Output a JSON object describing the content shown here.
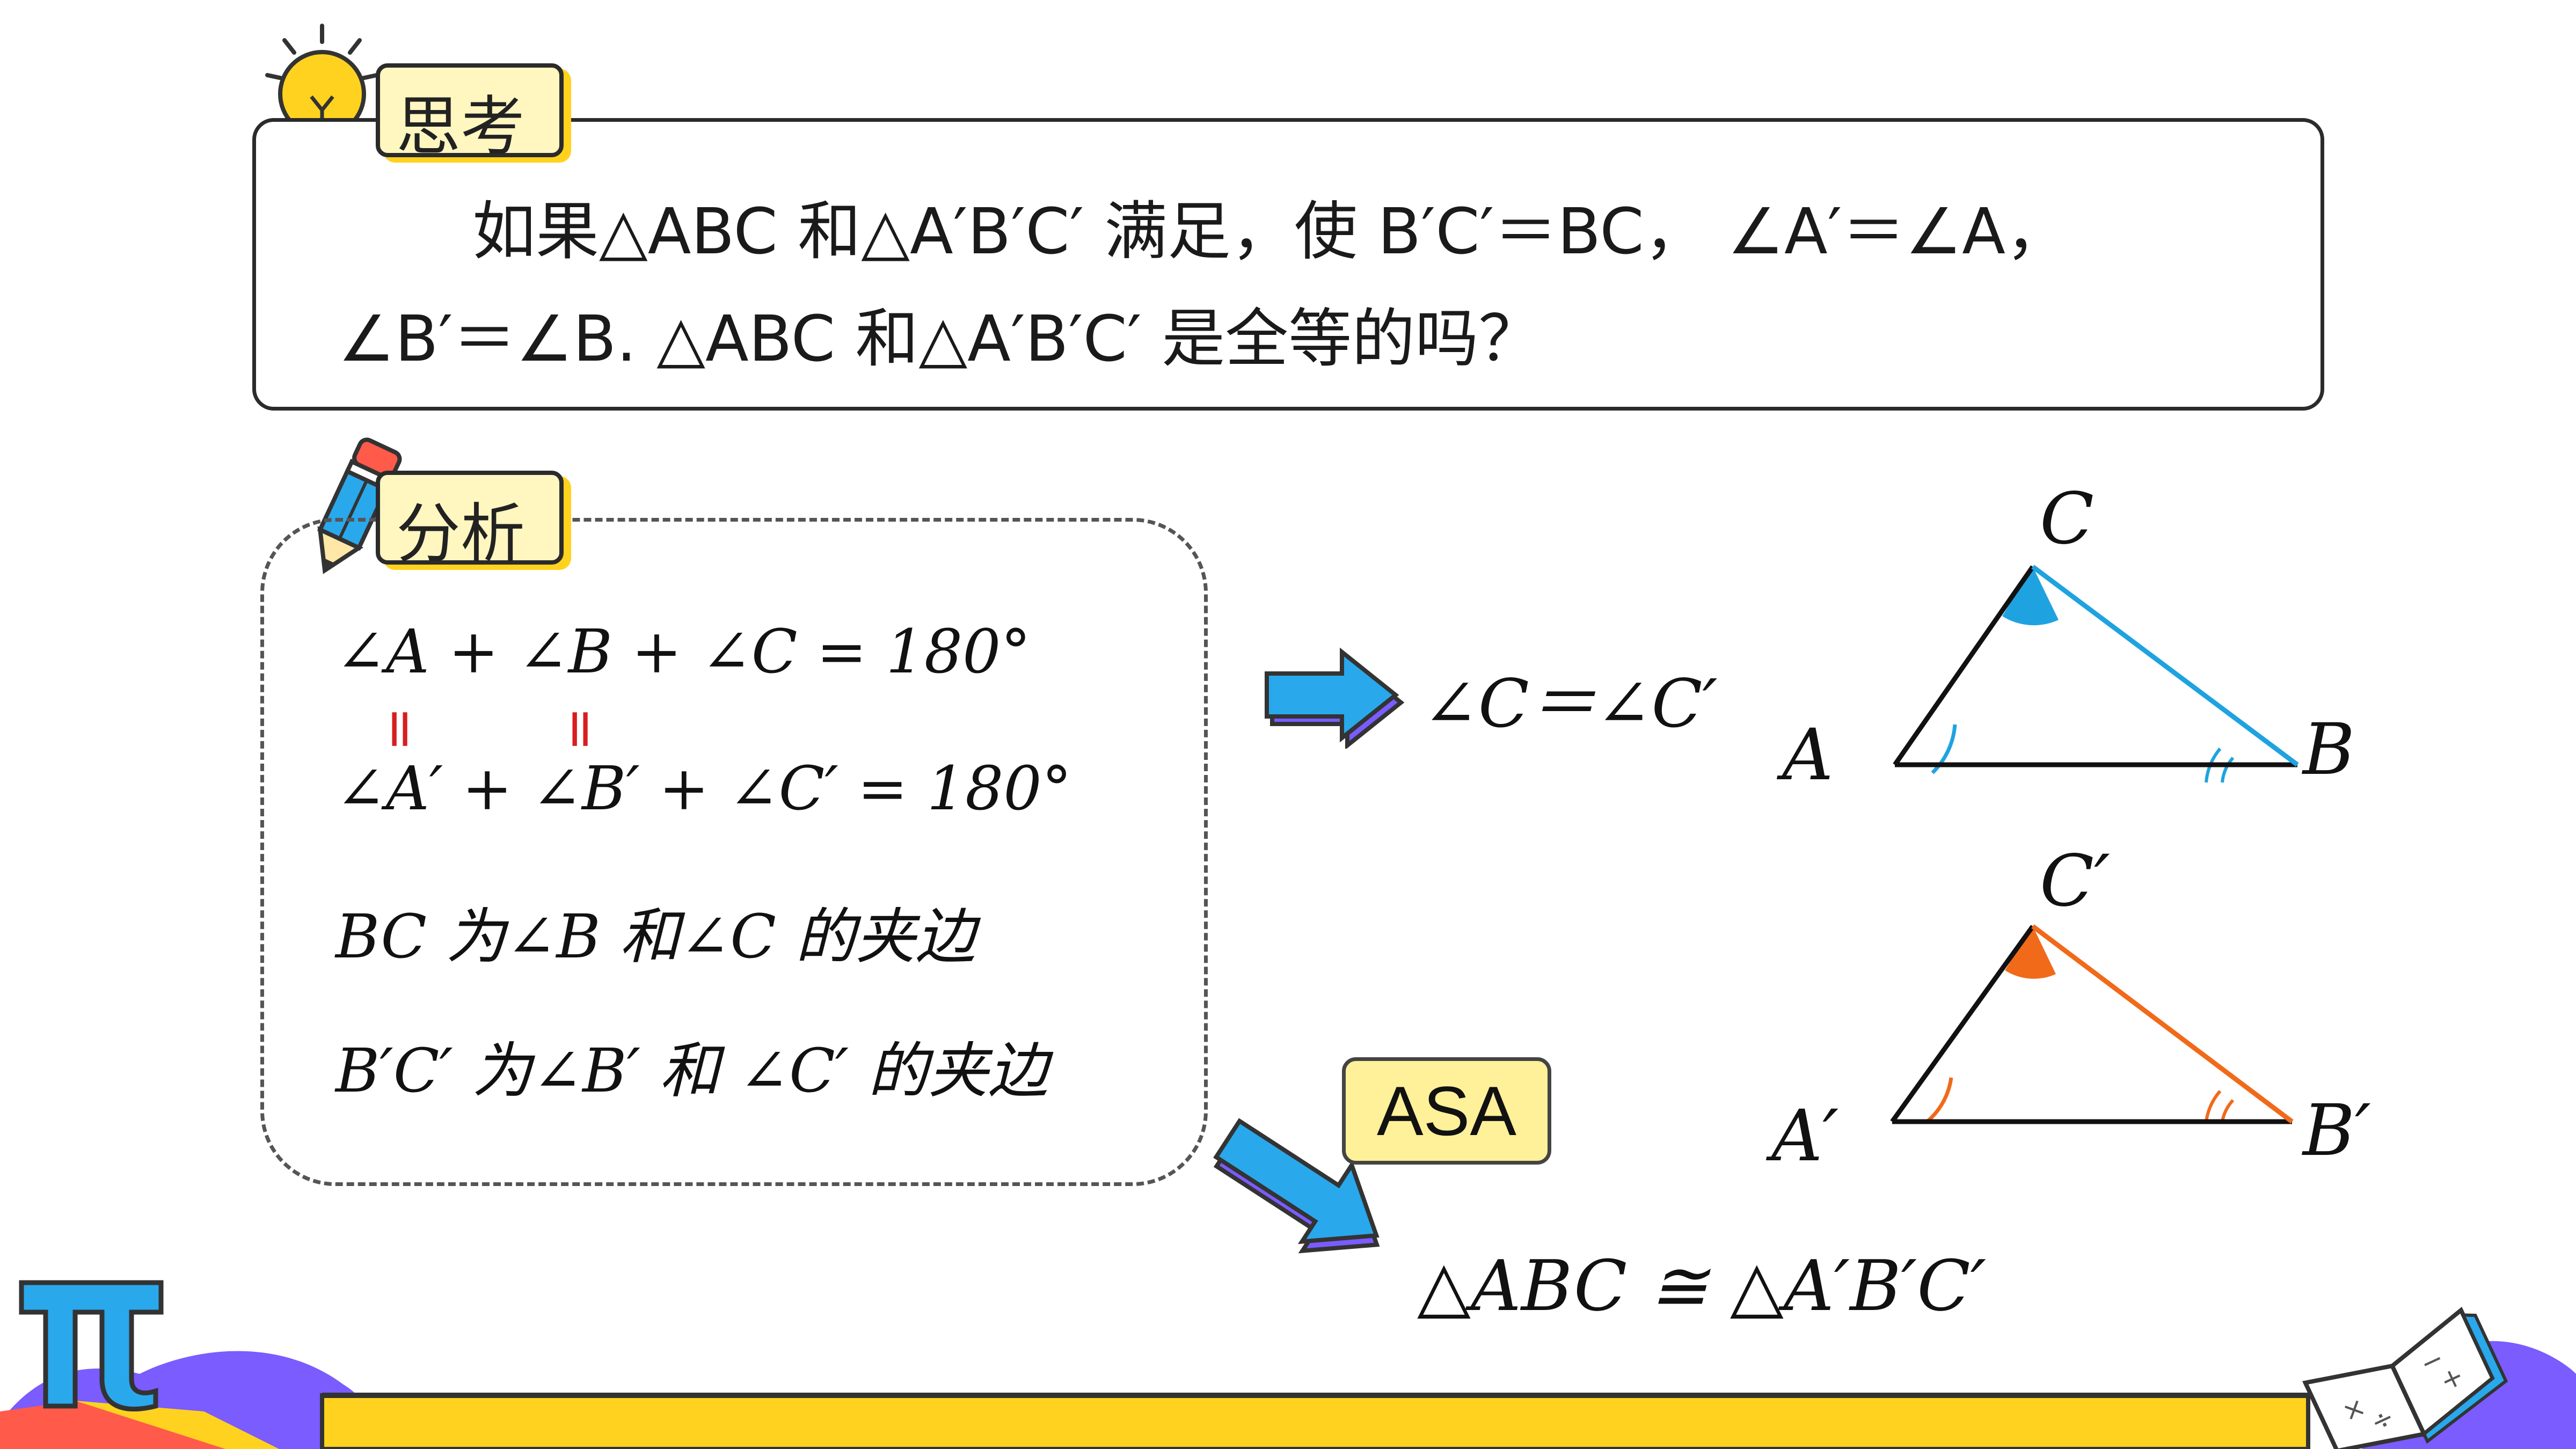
{
  "think": {
    "tag": "思考",
    "line1": "如果△ABC 和△A′B′C′ 满足，使 B′C′＝BC， ∠A′＝∠A，",
    "line2": "∠B′＝∠B. △ABC 和△A′B′C′ 是全等的吗？"
  },
  "analysis": {
    "tag": "分析",
    "line1": "∠A + ∠B + ∠C = 180°",
    "eq_mark_1": "=",
    "eq_mark_2": "=",
    "line2": "∠A′ + ∠B′ + ∠C′ = 180°",
    "line3": "BC 为∠B 和∠C 的夹边",
    "line4": "B′C′ 为∠B′ 和 ∠C′ 的夹边"
  },
  "conclusion_angle": "∠C＝∠C′",
  "asa_label": "ASA",
  "congruence": "△ABC ≅  △A′B′C′",
  "triangle1": {
    "A": "A",
    "B": "B",
    "C": "C",
    "color": "#1fa3e0"
  },
  "triangle2": {
    "A": "A′",
    "B": "B′",
    "C": "C′",
    "color": "#f06a1a"
  },
  "colors": {
    "tag_fill": "#fff6c0",
    "tag_shadow": "#ffd21f",
    "arrow_blue": "#29a8ec",
    "arrow_purple": "#7a5cff",
    "bottom_bar": "#ffd21f"
  }
}
